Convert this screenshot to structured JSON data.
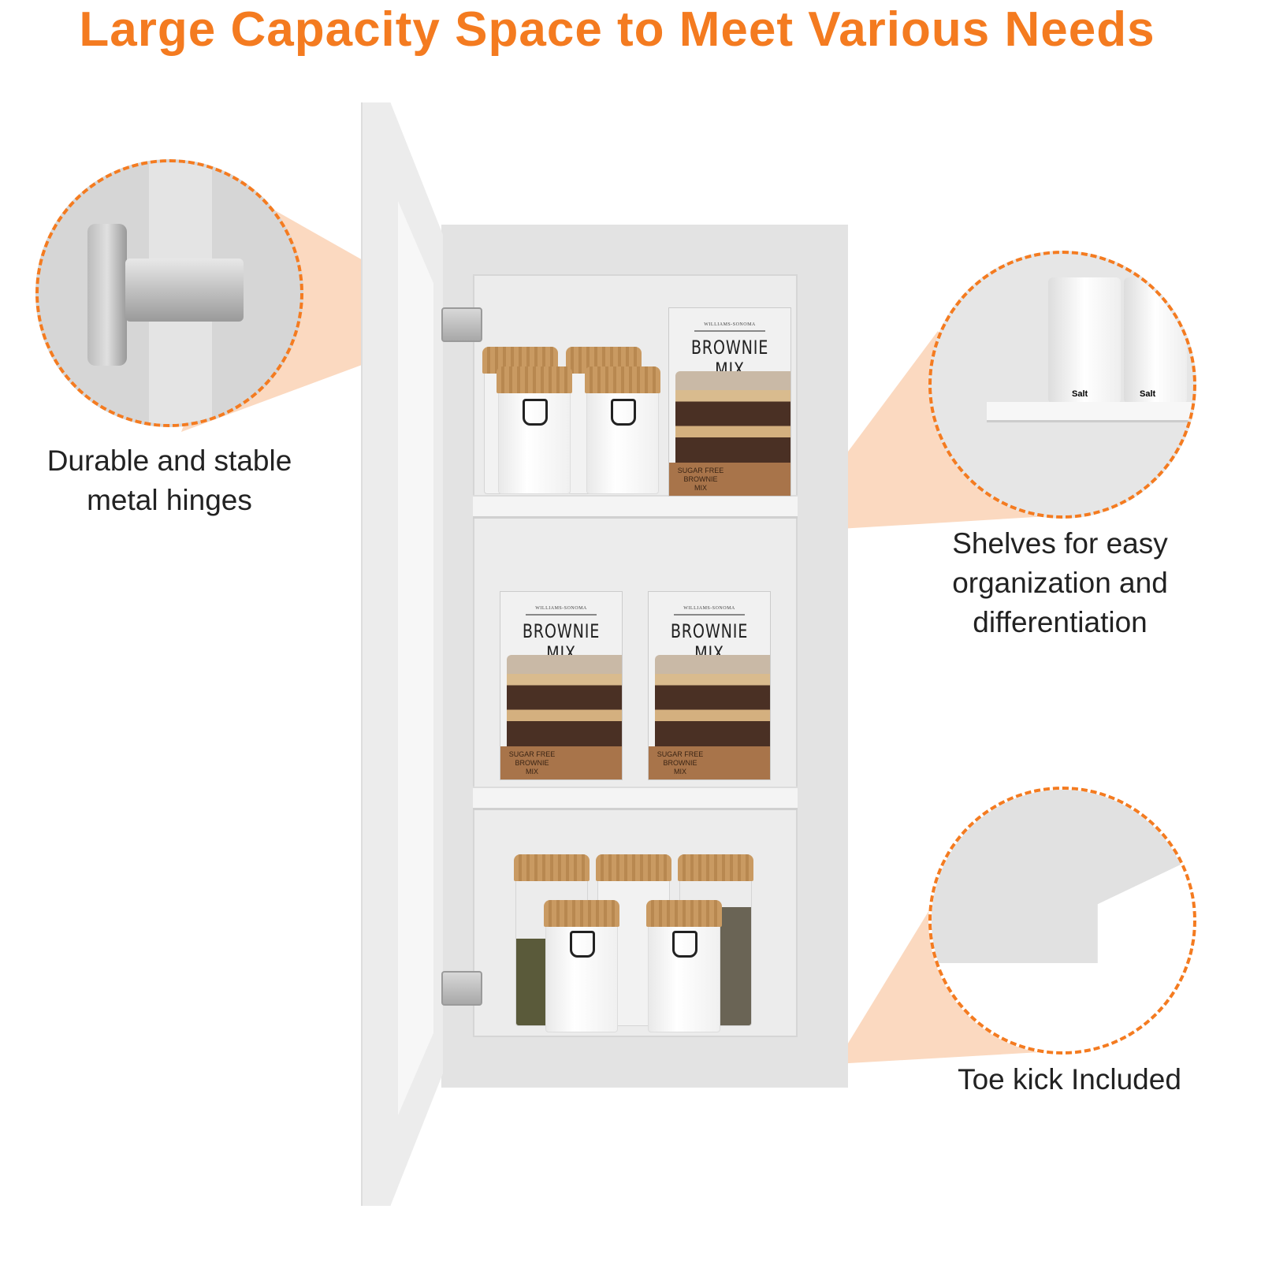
{
  "title": "Large Capacity Space to Meet Various Needs",
  "accent_color": "#f47b20",
  "callouts": [
    {
      "id": "hinges",
      "lines": [
        "Durable and stable",
        "metal hinges"
      ]
    },
    {
      "id": "shelves",
      "lines": [
        "Shelves for easy",
        "organization and",
        "differentiation"
      ]
    },
    {
      "id": "toe-kick",
      "lines": [
        "Toe kick Included"
      ]
    }
  ],
  "product_box": {
    "brand": "WILLIAMS-SONOMA",
    "name": "BROWNIE MIX",
    "band_line1": "SUGAR FREE",
    "band_line2": "BROWNIE MIX"
  },
  "jar_label": "Salt"
}
